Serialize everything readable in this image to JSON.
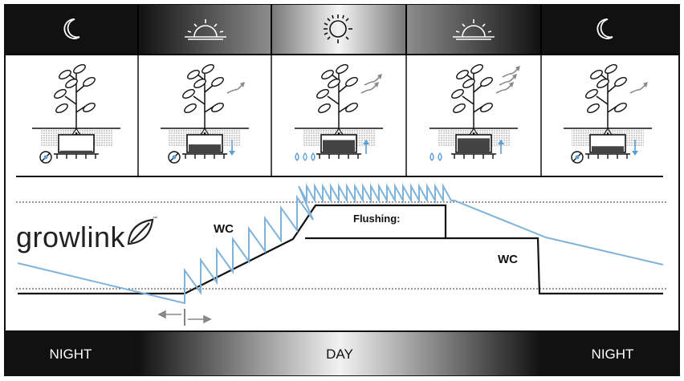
{
  "brand": {
    "name": "growlink",
    "tm": "™"
  },
  "periods": {
    "night_left": "NIGHT",
    "day": "DAY",
    "night_right": "NIGHT"
  },
  "header_icons": [
    "moon-icon",
    "sunrise-icon",
    "sun-icon",
    "sunset-icon",
    "moon-icon"
  ],
  "diagram_labels": {
    "wc_left": "WC",
    "wc_right": "WC",
    "flushing": "Flushing:"
  },
  "colors": {
    "ec_line": "#7fb3d9",
    "wc_line": "#111111",
    "arrow_gray": "#8a8a8a",
    "water_blue": "#5a9fd4"
  }
}
